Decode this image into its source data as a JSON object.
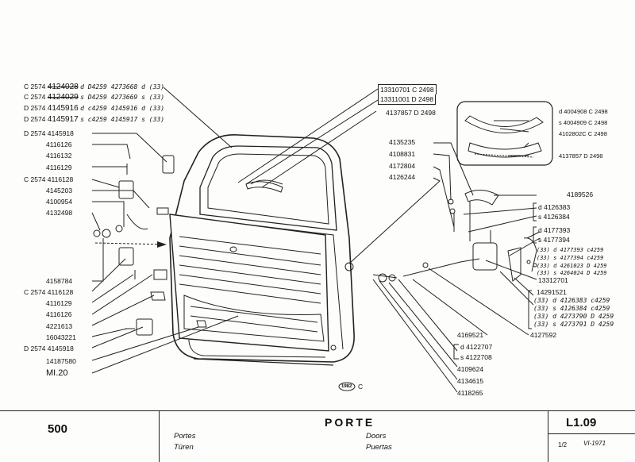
{
  "left_parts": [
    {
      "pre": "C 2574",
      "num": "4124028",
      "num_struck": true,
      "tail": "d D4259 4273668 d (33)"
    },
    {
      "pre": "C 2574",
      "num": "4124029",
      "num_struck": true,
      "tail": "s D4259 4273669 s (33)"
    },
    {
      "pre": "D 2574",
      "num": "4145916",
      "num_struck": false,
      "tail": "d c4259 4145916 d (33)"
    },
    {
      "pre": "D 2574",
      "num": "4145917",
      "num_struck": false,
      "tail": "s c4259 4145917 s (33)"
    },
    {
      "pre": "D 2574",
      "num": "4145918",
      "num_struck": false,
      "tail": ""
    },
    {
      "pre": "",
      "num": "4116126",
      "num_struck": false,
      "tail": ""
    },
    {
      "pre": "",
      "num": "4116132",
      "num_struck": false,
      "tail": ""
    },
    {
      "pre": "",
      "num": "4116129",
      "num_struck": false,
      "tail": ""
    },
    {
      "pre": "C 2574",
      "num": "4116128",
      "num_struck": false,
      "tail": ""
    },
    {
      "pre": "",
      "num": "4145203",
      "num_struck": false,
      "tail": ""
    },
    {
      "pre": "",
      "num": "4100954",
      "num_struck": false,
      "tail": ""
    },
    {
      "pre": "",
      "num": "4132498",
      "num_struck": false,
      "tail": ""
    }
  ],
  "left_lower": [
    {
      "pre": "",
      "num": "4158784"
    },
    {
      "pre": "C 2574",
      "num": "4116128"
    },
    {
      "pre": "",
      "num": "4116129"
    },
    {
      "pre": "",
      "num": "4116126"
    },
    {
      "pre": "",
      "num": "4221613"
    },
    {
      "pre": "",
      "num": "16043221"
    },
    {
      "pre": "D 2574",
      "num": "4145918"
    },
    {
      "pre": "",
      "num": "14187580"
    },
    {
      "pre": "",
      "num": "MI.20"
    }
  ],
  "center_parts": {
    "box1": "13310701 C 2498",
    "box2": "13311001 D 2498",
    "p3": "4137857 D 2498"
  },
  "mid_parts": [
    "4135235",
    "4108831",
    "4172804",
    "4126244"
  ],
  "handle_box": [
    {
      "code": "d 4004908 C 2498"
    },
    {
      "code": "s 4004909 C 2498"
    },
    {
      "code": "4102802C C 2498"
    },
    {
      "code": "4137857 D 2498"
    }
  ],
  "right_parts": {
    "p1": "4189526",
    "p2": "d 4126383",
    "p3": "s 4126384",
    "p4": "d 4177393",
    "p5": "s 4177394",
    "hand1": "(33) d 4177393 c4259",
    "hand2": "(33) s 4177394 c4259",
    "hand3": "(33) d 4261023 D 4259",
    "hand4": "(33) s 4264024 D 4259",
    "p6": "13312701",
    "p7": "14291521",
    "hand5": "(33) d 4126383 c4259",
    "hand6": "(33) s 4126384 c4259",
    "hand7": "(33) d 4273790 D 4259",
    "hand8": "(33) s 4273791 D 4259"
  },
  "bottom_parts": {
    "p1": "4169521",
    "p2": "d 4122707",
    "p3": "s 4122708",
    "p4": "4109624",
    "p5": "4134615",
    "p6": "4118265",
    "p7": "4127592"
  },
  "stamp": "1982",
  "stamp_suffix": "C",
  "title_block": {
    "model": "500",
    "title": "PORTE",
    "fr": "Portes",
    "de": "Türen",
    "en": "Doors",
    "es": "Puertas",
    "code": "L1.09",
    "page": "1/2",
    "date": "VI-1971"
  }
}
